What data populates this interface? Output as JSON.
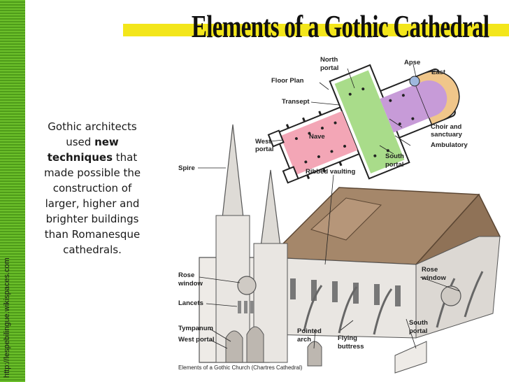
{
  "page": {
    "title": "Elements of a Gothic Cathedral",
    "source_url": "http://lespebilingue.wikispaces.com",
    "body": {
      "part1": "Gothic architects used ",
      "bold": "new techniques",
      "part2": " that made possible the construction of larger, higher and brighter buildings than Romanesque cathedrals."
    }
  },
  "diagram": {
    "caption": "Elements of a Gothic Church (Chartres Cathedral)",
    "labels": {
      "north_portal_1": "North",
      "north_portal_2": "portal",
      "apse": "Apse",
      "east": "East",
      "floor_plan": "Floor Plan",
      "transept": "Transept",
      "choir_1": "Choir and",
      "choir_2": "sanctuary",
      "ambulatory": "Ambulatory",
      "nave": "Nave",
      "west_portal_top_1": "West",
      "west_portal_top_2": "portal",
      "south_portal_top_1": "South",
      "south_portal_top_2": "portal",
      "spire": "Spire",
      "ribbed_vaulting": "Ribbed vaulting",
      "rose_window_left_1": "Rose",
      "rose_window_left_2": "window",
      "rose_window_right_1": "Rose",
      "rose_window_right_2": "window",
      "lancets": "Lancets",
      "tympanum": "Tympanum",
      "west_portal_bottom": "West portal",
      "pointed_arch_1": "Pointed",
      "pointed_arch_2": "arch",
      "flying_buttress_1": "Flying",
      "flying_buttress_2": "buttress",
      "south_portal_bottom_1": "South",
      "south_portal_bottom_2": "portal"
    },
    "colors": {
      "nave": "#f3a6b6",
      "transept": "#a9dc8a",
      "choir": "#c79bd8",
      "apse": "#9fb8de",
      "roof": "#a5876a",
      "stone": "#e9e6e2"
    }
  }
}
